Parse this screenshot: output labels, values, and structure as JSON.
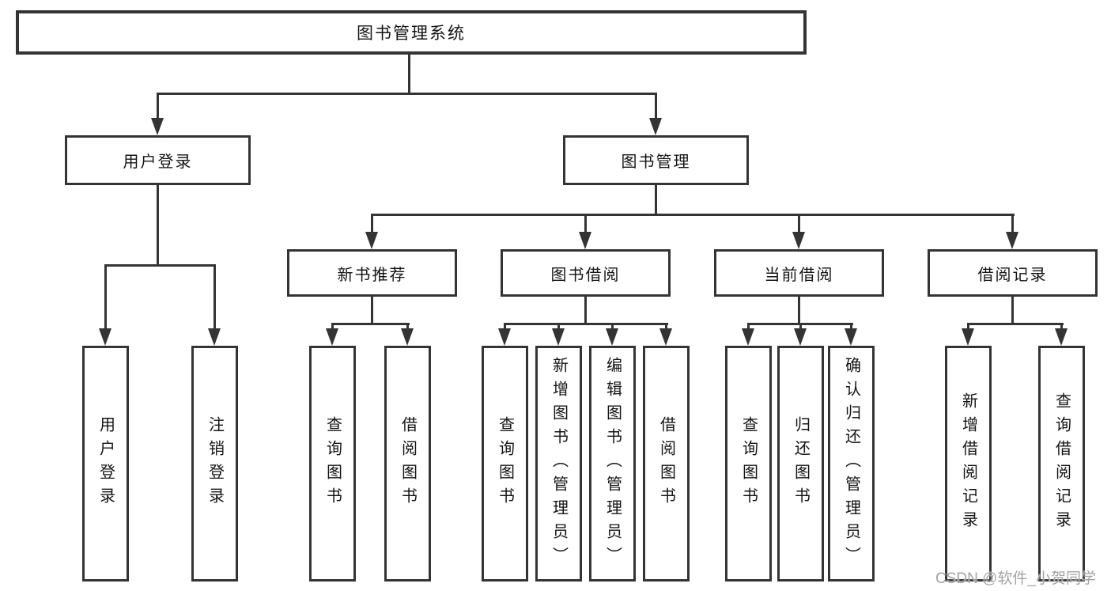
{
  "diagram": {
    "type": "hierarchy",
    "colors": {
      "line": "#343434",
      "text": "#141414",
      "background": "#ffffff",
      "watermark": "#a3a3a3"
    },
    "watermark": "CSDN @软件_小贺同学",
    "tree": {
      "label": "图书管理系统",
      "children": [
        {
          "label": "用户登录",
          "children": [
            {
              "label": "用户登录"
            },
            {
              "label": "注销登录"
            }
          ]
        },
        {
          "label": "图书管理",
          "children": [
            {
              "label": "新书推荐",
              "children": [
                {
                  "label": "查询图书"
                },
                {
                  "label": "借阅图书"
                }
              ]
            },
            {
              "label": "图书借阅",
              "children": [
                {
                  "label": "查询图书"
                },
                {
                  "label": "新增图书（管理员）"
                },
                {
                  "label": "编辑图书（管理员）"
                },
                {
                  "label": "借阅图书"
                }
              ]
            },
            {
              "label": "当前借阅",
              "children": [
                {
                  "label": "查询图书"
                },
                {
                  "label": "归还图书"
                },
                {
                  "label": "确认归还（管理员）"
                }
              ]
            },
            {
              "label": "借阅记录",
              "children": [
                {
                  "label": "新增借阅记录"
                },
                {
                  "label": "查询借阅记录"
                }
              ]
            }
          ]
        }
      ]
    }
  }
}
